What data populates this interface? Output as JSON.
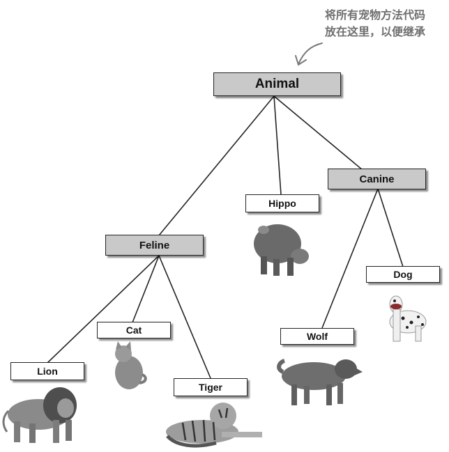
{
  "annotation": {
    "line1": "将所有宠物方法代码",
    "line2": "放在这里，以便继承"
  },
  "nodes": {
    "animal": "Animal",
    "feline": "Feline",
    "canine": "Canine",
    "hippo": "Hippo",
    "lion": "Lion",
    "cat": "Cat",
    "tiger": "Tiger",
    "wolf": "Wolf",
    "dog": "Dog"
  },
  "colors": {
    "superclass_fill": "#c9c9c9",
    "subclass_fill": "#ffffff",
    "line": "#222222",
    "annotation_text": "#6f6f6f"
  }
}
